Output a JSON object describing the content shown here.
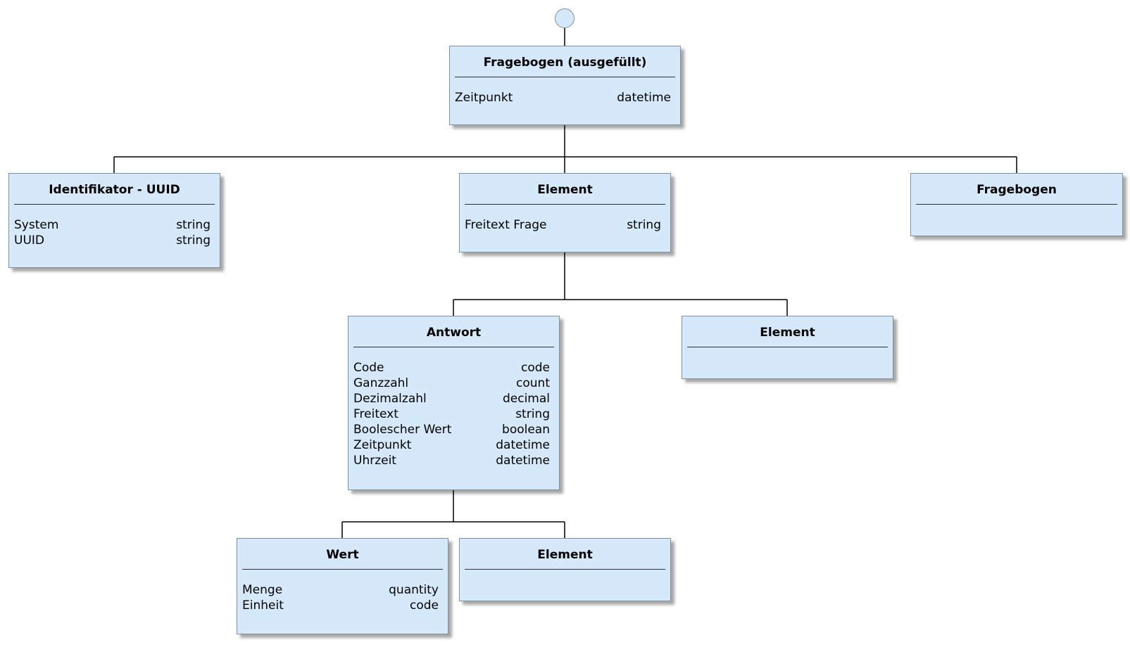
{
  "nodes": {
    "fragebogen_ausgefuellt": {
      "title": "Fragebogen (ausgefüllt)",
      "attributes": [
        {
          "name": "Zeitpunkt",
          "type": "datetime"
        }
      ]
    },
    "identifikator_uuid": {
      "title": "Identifikator - UUID",
      "attributes": [
        {
          "name": "System",
          "type": "string"
        },
        {
          "name": "UUID",
          "type": "string"
        }
      ]
    },
    "element_freitext": {
      "title": "Element",
      "attributes": [
        {
          "name": "Freitext Frage",
          "type": "string"
        }
      ]
    },
    "fragebogen": {
      "title": "Fragebogen",
      "attributes": []
    },
    "antwort": {
      "title": "Antwort",
      "attributes": [
        {
          "name": "Code",
          "type": "code"
        },
        {
          "name": "Ganzzahl",
          "type": "count"
        },
        {
          "name": "Dezimalzahl",
          "type": "decimal"
        },
        {
          "name": "Freitext",
          "type": "string"
        },
        {
          "name": "Boolescher Wert",
          "type": "boolean"
        },
        {
          "name": "Zeitpunkt",
          "type": "datetime"
        },
        {
          "name": "Uhrzeit",
          "type": "datetime"
        }
      ]
    },
    "element_sub": {
      "title": "Element",
      "attributes": []
    },
    "wert": {
      "title": "Wert",
      "attributes": [
        {
          "name": "Menge",
          "type": "quantity"
        },
        {
          "name": "Einheit",
          "type": "code"
        }
      ]
    },
    "element_antwort": {
      "title": "Element",
      "attributes": []
    }
  },
  "colors": {
    "node_fill": "#d6e9fa",
    "node_border": "#7f8fa0",
    "connector": "#000000"
  }
}
